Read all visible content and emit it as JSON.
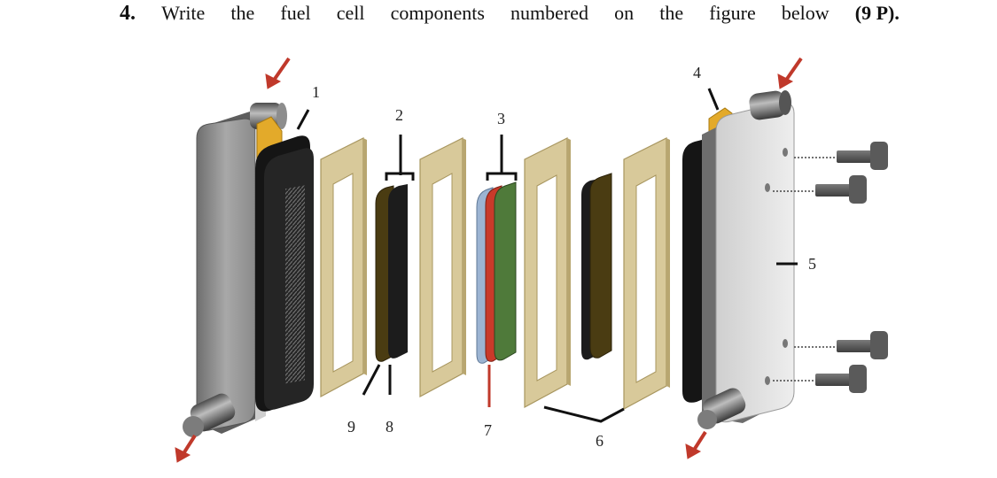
{
  "question": {
    "words": [
      "4.",
      "Write",
      "the",
      "fuel",
      "cell",
      "components",
      "numbered",
      "on",
      "the",
      "figure",
      "below",
      "(9 P)."
    ]
  },
  "labels": {
    "l1": "1",
    "l2": "2",
    "l3": "3",
    "l4": "4",
    "l5": "5",
    "l6": "6",
    "l7": "7",
    "l8": "8",
    "l9": "9"
  },
  "colors": {
    "end_plate": "#8e8e8e",
    "gasket": "#d8c99a",
    "flow_field": "#1c1c1c",
    "gdl": "#4a3c12",
    "membrane_blue": "#9cb4d2",
    "membrane_red": "#c93a2a",
    "membrane_green": "#4f7a3a",
    "tab": "#e3aa2a",
    "arrow": "#c0392b"
  }
}
